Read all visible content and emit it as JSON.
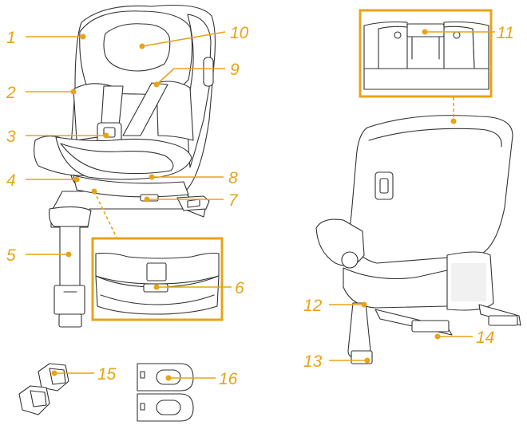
{
  "figure": {
    "accent_color": "#e8a317",
    "line_color": "#333333",
    "callouts": [
      "1",
      "2",
      "3",
      "4",
      "5",
      "6",
      "7",
      "8",
      "9",
      "10",
      "11",
      "12",
      "13",
      "14",
      "15",
      "16"
    ]
  }
}
